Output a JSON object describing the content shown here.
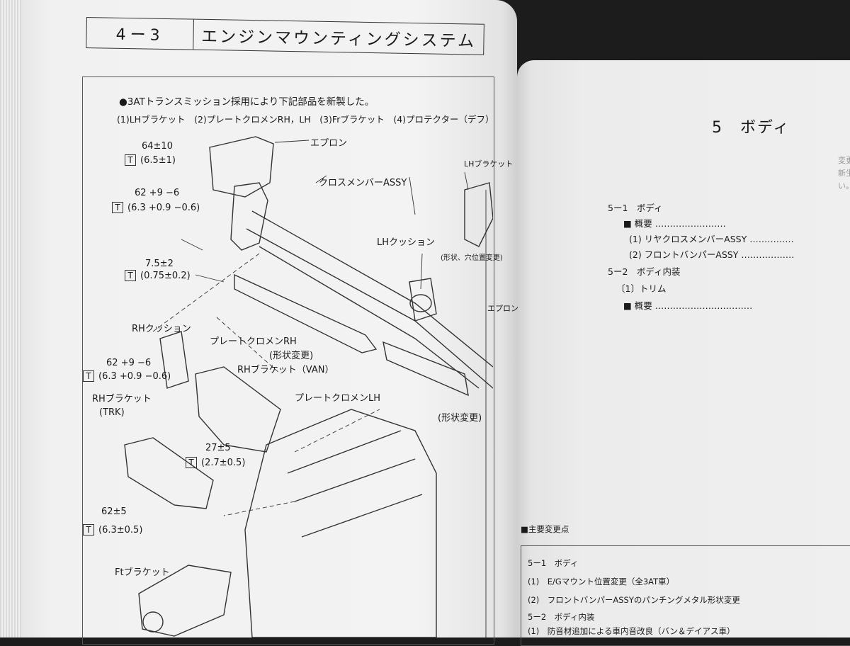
{
  "left": {
    "section_number": "4ー3",
    "section_title": "エンジンマウンティングシステム",
    "intro": "●3ATトランスミッション採用により下記部品を新製した。",
    "parts_list": "(1)LHブラケット　(2)プレートクロメンRH，LH　(3)Frブラケット　(4)プロテクター（デフ）",
    "labels": {
      "apron_top": "エプロン",
      "crossmember": "クロスメンバーASSY",
      "lh_bracket": "LHブラケット",
      "lh_cushion": "LHクッション",
      "shape_change_hole": "(形状、穴位置変更)",
      "apron_right": "エプロン",
      "rh_cushion": "RHクッション",
      "plate_rh": "プレートクロメンRH",
      "shape_change_1": "(形状変更)",
      "rh_bracket_van": "RHブラケット（VAN）",
      "plate_lh": "プレートクロメンLH",
      "shape_change_2": "(形状変更)",
      "rh_bracket_trk": "RHブラケット",
      "trk": "(TRK)",
      "fr_bracket": "Ftブラケット"
    },
    "torques": [
      {
        "nm": "64±10",
        "kgm": "(6.5±1)"
      },
      {
        "nm": "62 +9 −6",
        "kgm": "(6.3 +0.9 −0.6)"
      },
      {
        "nm": "7.5±2",
        "kgm": "(0.75±0.2)"
      },
      {
        "nm": "62 +9 −6",
        "kgm": "(6.3 +0.9 −0.6)"
      },
      {
        "nm": "27±5",
        "kgm": "(2.7±0.5)"
      },
      {
        "nm": "62±5",
        "kgm": "(6.3±0.5)"
      }
    ],
    "torque_mark": "T"
  },
  "right": {
    "chapter": "5　ボディ",
    "toc": [
      "5ー1　ボディ",
      "■ 概要 ……………………",
      "(1) リヤクロスメンバーASSY ……………",
      "(2) フロントバンパーASSY ………………",
      "5ー2　ボディ内装",
      "〔1〕トリム",
      "■ 概要 ……………………………"
    ],
    "side_text": [
      "変更",
      "新生",
      "い。"
    ],
    "summary_heading": "■主要変更点",
    "summary": [
      "5ー1　ボディ",
      "(1)　E/Gマウント位置変更（全3AT車）",
      "(2)　フロントバンパーASSYのパンチングメタル形状変更",
      "5ー2　ボディ内装",
      "(1)　防音材追加による車内音改良（バン＆デイアス車）"
    ]
  },
  "colors": {
    "paper": "#f3f3f3",
    "ink": "#1a1a1a",
    "background": "#1c1c1c"
  }
}
